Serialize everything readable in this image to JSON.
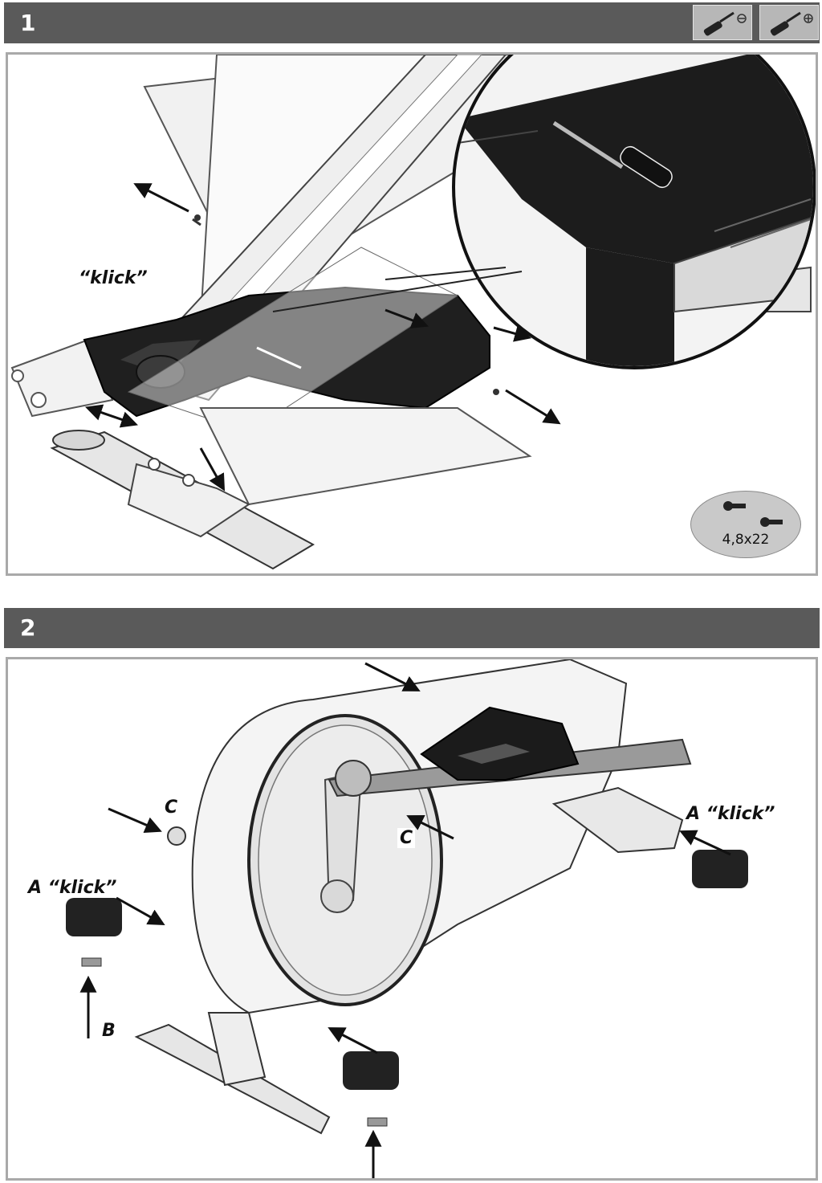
{
  "steps": [
    {
      "number": "1",
      "tools": [
        "flathead-screwdriver-icon",
        "phillips-screwdriver-icon"
      ],
      "labels": {
        "klick": "“klick”"
      },
      "screw_spec": "4,8x22"
    },
    {
      "number": "2",
      "labels": {
        "a_klick_right": "A “klick”",
        "a_klick_left": "A “klick”",
        "b": "B",
        "c_left": "C",
        "c_center": "C"
      }
    }
  ]
}
